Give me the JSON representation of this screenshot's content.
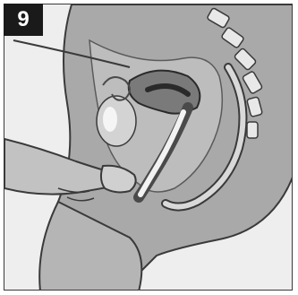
{
  "step": {
    "number": "9"
  },
  "colors": {
    "background": "#eeeeee",
    "body_fill": "#a9a9a9",
    "body_outline": "#3a3a3a",
    "organ_fill": "#c7c7c7",
    "dark_cavity": "#4a4a4a",
    "highlight": "#f2f2f2",
    "badge": "#1a1a1a"
  },
  "icons": [
    "anatomical-cross-section",
    "hand",
    "device"
  ]
}
